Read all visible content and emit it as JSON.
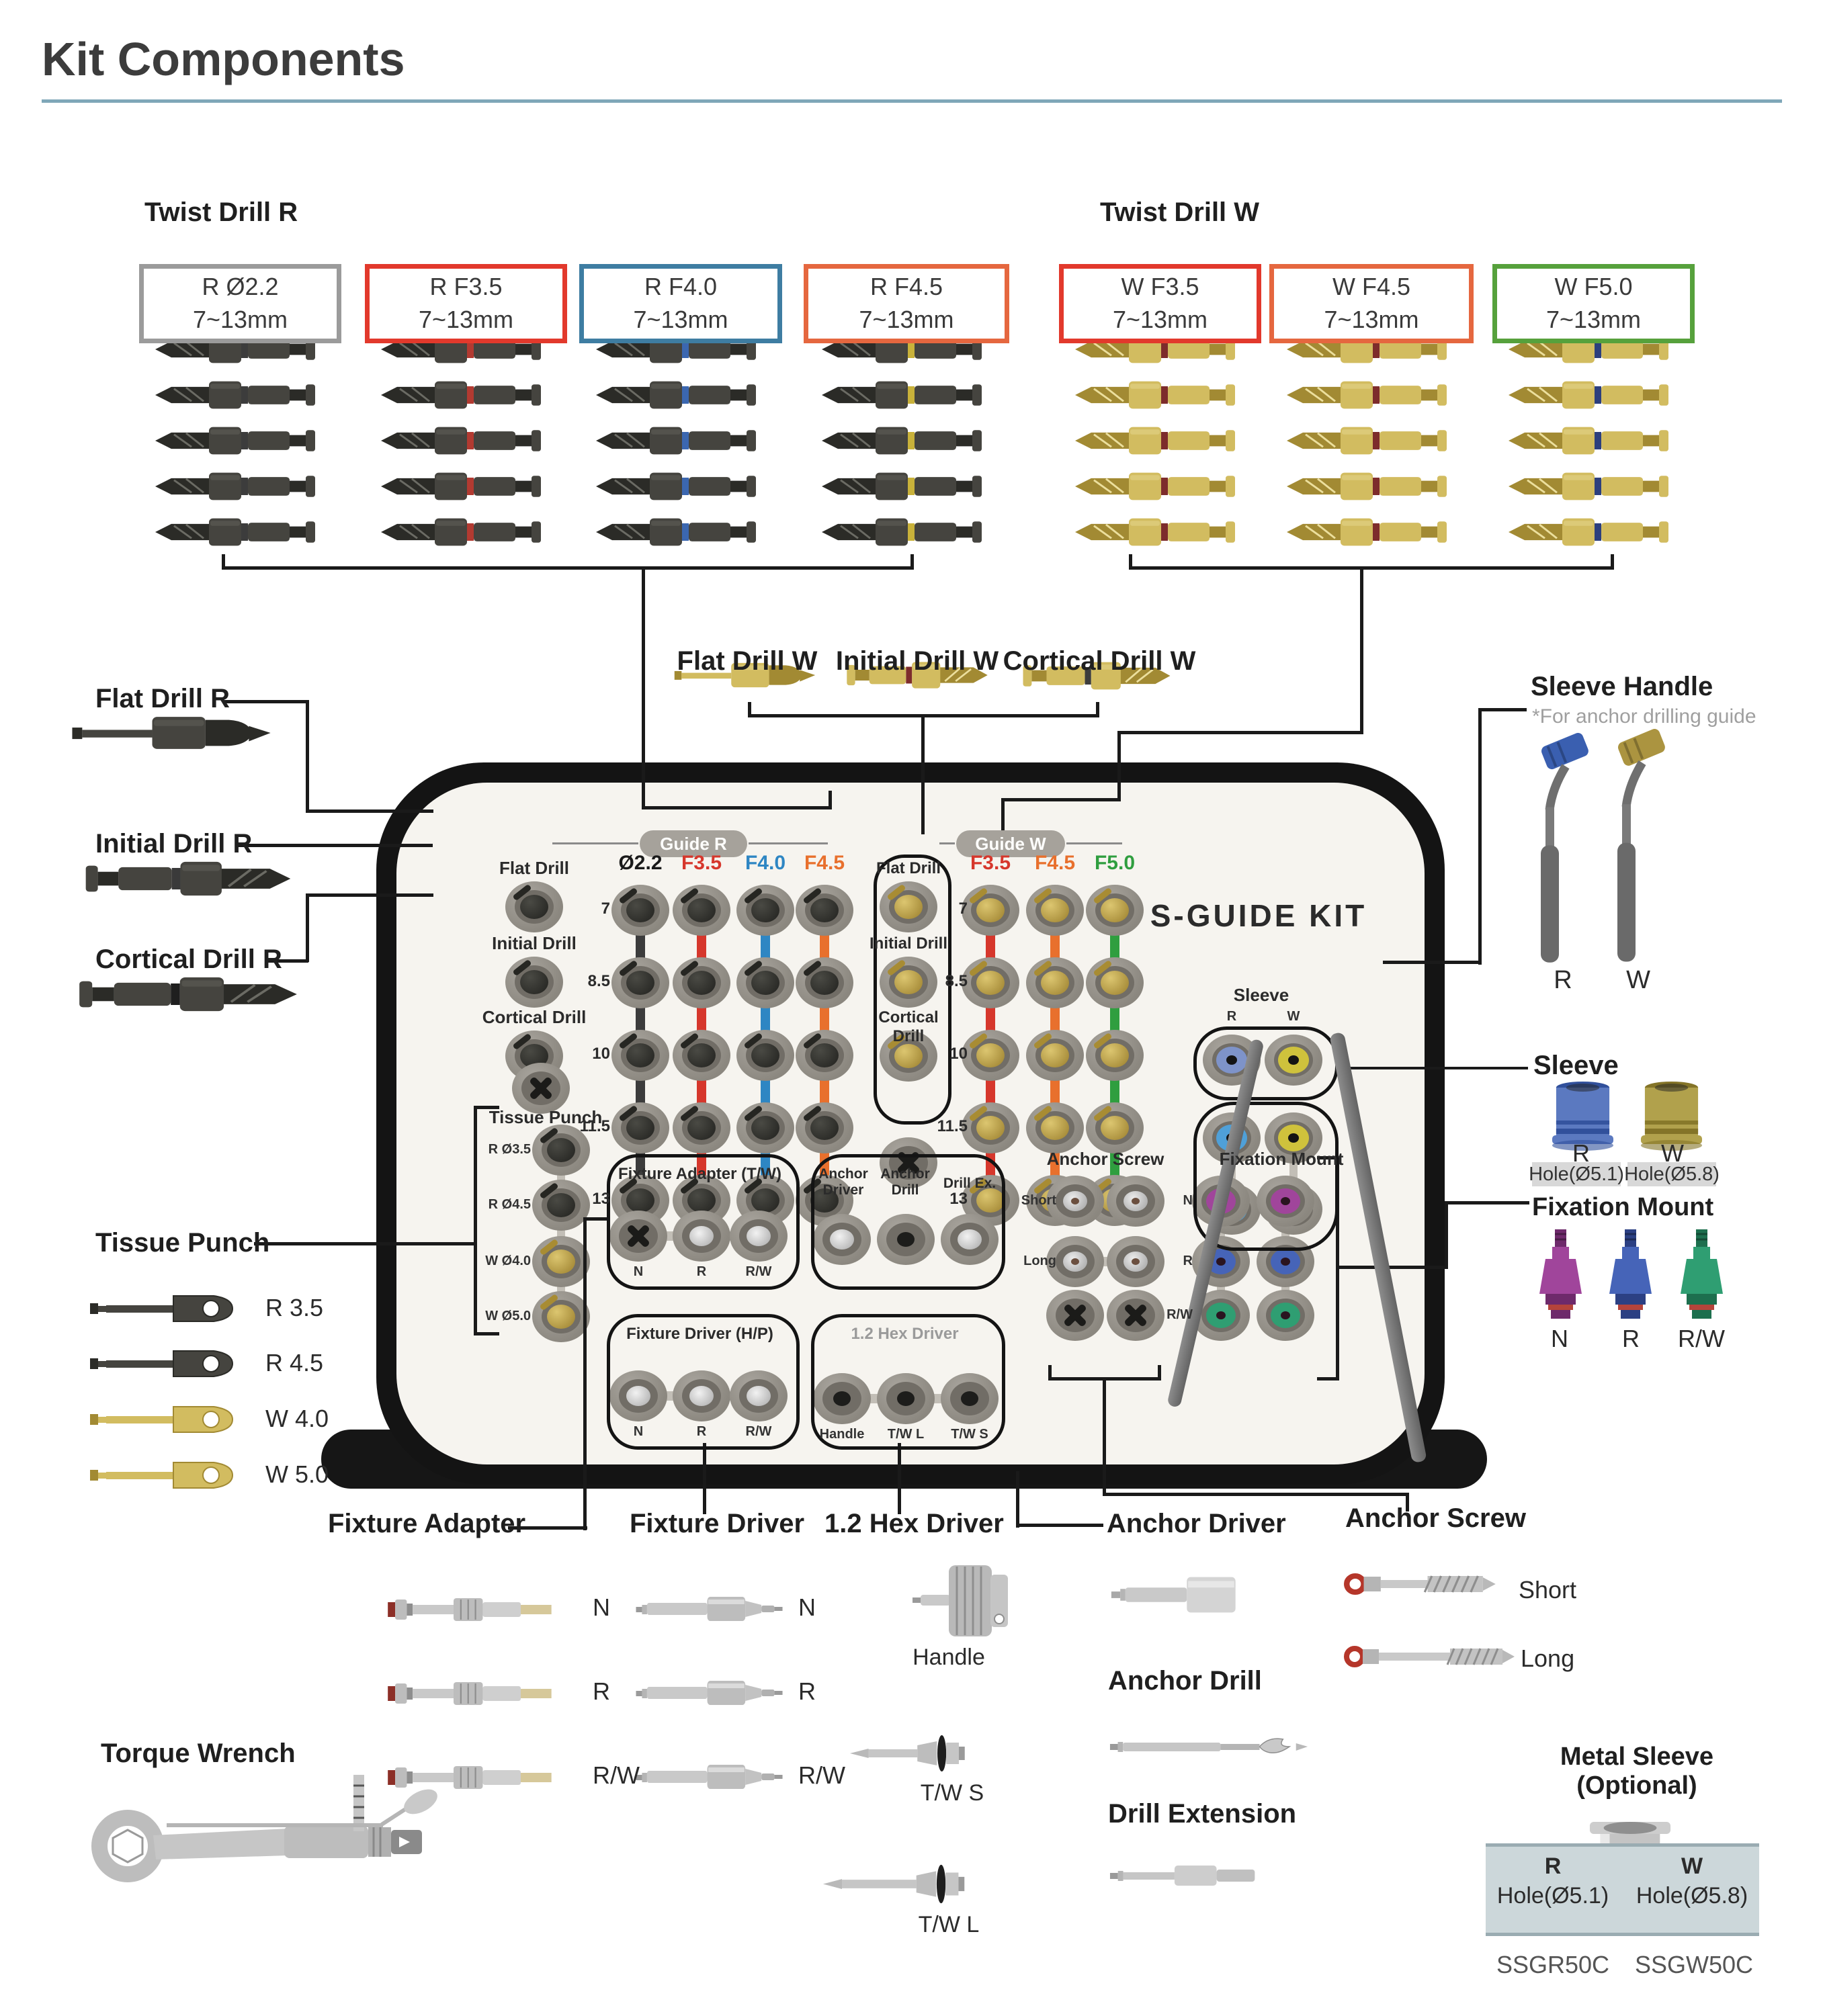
{
  "title": "Kit Components",
  "colors": {
    "rule": "#7fa7b8",
    "box_gray": "#9b9b9b",
    "box_red": "#e2392c",
    "box_blue": "#3e7da2",
    "box_orange": "#e5673f",
    "box_green": "#56a13c",
    "gold": "#d2bc60",
    "drill_dark": "#45443f"
  },
  "twist_r": {
    "label": "Twist Drill R",
    "boxes": [
      {
        "size": "R Ø2.2",
        "range": "7~13mm",
        "border": "#9b9b9b"
      },
      {
        "size": "R F3.5",
        "range": "7~13mm",
        "border": "#e2392c"
      },
      {
        "size": "R F4.0",
        "range": "7~13mm",
        "border": "#3e7da2"
      },
      {
        "size": "R F4.5",
        "range": "7~13mm",
        "border": "#e5673f"
      }
    ]
  },
  "twist_w": {
    "label": "Twist Drill W",
    "boxes": [
      {
        "size": "W F3.5",
        "range": "7~13mm",
        "border": "#e2392c"
      },
      {
        "size": "W F4.5",
        "range": "7~13mm",
        "border": "#e5673f"
      },
      {
        "size": "W F5.0",
        "range": "7~13mm",
        "border": "#56a13c"
      }
    ]
  },
  "w_drills": {
    "flat": "Flat Drill W",
    "initial": "Initial Drill W",
    "cortical": "Cortical Drill W"
  },
  "r_drills": {
    "flat": "Flat Drill R",
    "initial": "Initial Drill R",
    "cortical": "Cortical Drill R"
  },
  "tissue_punch": {
    "label": "Tissue Punch",
    "items": [
      {
        "label": "R 3.5"
      },
      {
        "label": "R 4.5"
      },
      {
        "label": "W 4.0"
      },
      {
        "label": "W 5.0"
      }
    ]
  },
  "torque_wrench": {
    "label": "Torque Wrench"
  },
  "sleeve_handle": {
    "label": "Sleeve Handle",
    "note": "*For anchor drilling guide",
    "r": "R",
    "w": "W"
  },
  "sleeve": {
    "label": "Sleeve",
    "r": "R",
    "w": "W",
    "r_hole": "Hole(Ø5.1)",
    "w_hole": "Hole(Ø5.8)"
  },
  "fixation_mount": {
    "label": "Fixation Mount",
    "n": "N",
    "r": "R",
    "rw": "R/W"
  },
  "tray": {
    "logo": "S-GUIDE KIT",
    "guide_r": {
      "label": "Guide R",
      "rows": [
        "7",
        "8.5",
        "10",
        "11.5",
        "13"
      ],
      "cols": [
        {
          "label": "Ø2.2",
          "color": "#1a1a1a"
        },
        {
          "label": "F3.5",
          "color": "#d6372c"
        },
        {
          "label": "F4.0",
          "color": "#2e86c3"
        },
        {
          "label": "F4.5",
          "color": "#e8702d"
        }
      ]
    },
    "guide_w": {
      "label": "Guide W",
      "rows": [
        "7",
        "8.5",
        "10",
        "11.5",
        "13"
      ],
      "cols": [
        {
          "label": "F3.5",
          "color": "#d6372c"
        },
        {
          "label": "F4.5",
          "color": "#e8702d"
        },
        {
          "label": "F5.0",
          "color": "#2f9e3f"
        }
      ]
    },
    "left_col": {
      "flat": "Flat Drill",
      "initial": "Initial Drill",
      "cortical": "Cortical Drill",
      "tissue": "Tissue Punch",
      "punches": [
        "R Ø3.5",
        "R Ø4.5",
        "W Ø4.0",
        "W Ø5.0"
      ]
    },
    "gold_col": {
      "flat": "Flat Drill",
      "initial": "Initial Drill",
      "cortical": "Cortical Drill"
    },
    "sleeve": {
      "label": "Sleeve",
      "r": "R",
      "w": "W"
    },
    "anchor_screw": {
      "label": "Anchor Screw",
      "short": "Short",
      "long": "Long"
    },
    "fixation": {
      "label": "Fixation Mount",
      "n": "N",
      "r": "R",
      "rw": "R/W"
    },
    "adapter_box": {
      "title": "Fixture Adapter (T/W)",
      "slots": [
        "N",
        "R",
        "R/W"
      ]
    },
    "anchor_box": {
      "driver": "Anchor Driver",
      "drill": "Anchor Drill",
      "ex": "Drill Ex."
    },
    "driver_box": {
      "title": "Fixture Driver (H/P)",
      "slots": [
        "N",
        "R",
        "R/W"
      ]
    },
    "hex_box": {
      "title": "1.2 Hex Driver",
      "slots": [
        "Handle",
        "T/W L",
        "T/W S"
      ]
    }
  },
  "bottom": {
    "fixture_adapter": {
      "label": "Fixture Adapter",
      "items": [
        "N",
        "R",
        "R/W"
      ]
    },
    "fixture_driver": {
      "label": "Fixture Driver",
      "items": [
        "N",
        "R",
        "R/W"
      ]
    },
    "hex_driver": {
      "label": "1.2 Hex Driver",
      "handle": "Handle",
      "tws": "T/W S",
      "twl": "T/W L"
    },
    "anchor_driver": {
      "label": "Anchor Driver"
    },
    "anchor_drill": {
      "label": "Anchor Drill"
    },
    "drill_extension": {
      "label": "Drill Extension"
    },
    "anchor_screw": {
      "label": "Anchor Screw",
      "short": "Short",
      "long": "Long"
    },
    "metal_sleeve": {
      "label": "Metal Sleeve (Optional)",
      "table": {
        "cols": [
          {
            "head": "R",
            "hole": "Hole(Ø5.1)",
            "code": "SSGR50C"
          },
          {
            "head": "W",
            "hole": "Hole(Ø5.8)",
            "code": "SSGW50C"
          }
        ]
      }
    }
  }
}
